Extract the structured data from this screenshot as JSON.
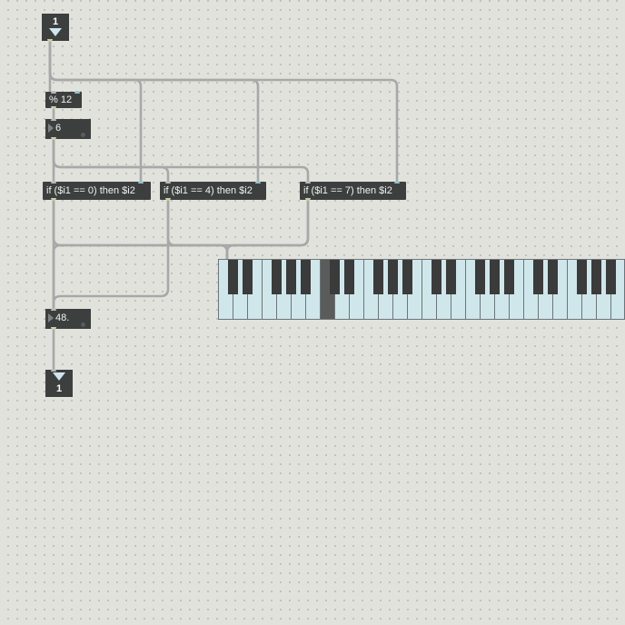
{
  "inlet": {
    "number": "1"
  },
  "outlet": {
    "number": "1"
  },
  "modulo": {
    "text": "% 12"
  },
  "pitch_class_number": {
    "value": "6"
  },
  "conditions": [
    {
      "text": "if ($i1 == 0) then $i2"
    },
    {
      "text": "if ($i1 == 4) then $i2"
    },
    {
      "text": "if ($i1 == 7) then $i2"
    }
  ],
  "result_number": {
    "value": "48."
  },
  "keyboard": {
    "white_key_count": 28,
    "highlighted_key": "C"
  },
  "colors": {
    "canvas": "#e2e2dd",
    "object": "#3d3f3f",
    "patch_cord": "#a8a8a8",
    "keyboard_white": "#cfe7ea",
    "keyboard_black": "#3b3b3b"
  }
}
